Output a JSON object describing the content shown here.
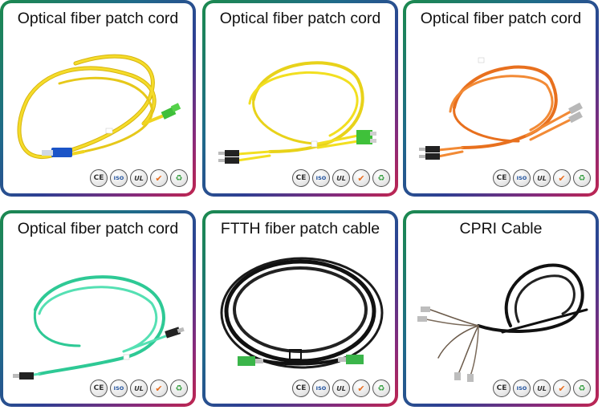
{
  "cards": [
    {
      "title": "Optical fiber patch cord",
      "cable_color": "#f2d21a",
      "connectors": "LC/APC green to SC blue, simplex"
    },
    {
      "title": "Optical fiber patch cord",
      "cable_color": "#f2df17",
      "connectors": "FC green to FC black, duplex"
    },
    {
      "title": "Optical fiber patch cord",
      "cable_color": "#f07a25",
      "connectors": "LC grey to FC black, duplex"
    },
    {
      "title": "Optical fiber patch cord",
      "cable_color": "#3bd6a4",
      "connectors": "FC black to FC black, simplex"
    },
    {
      "title": "FTTH fiber patch cable",
      "cable_color": "#1a1a1a",
      "connectors": "SC green to SC green, drop cable"
    },
    {
      "title": "CPRI Cable",
      "cable_color": "#1a1a1a",
      "connectors": "LC breakout fan-out"
    }
  ],
  "certifications": [
    {
      "label": "CE",
      "icon": "ce-mark-icon"
    },
    {
      "label": "ISO",
      "icon": "iso-mark-icon"
    },
    {
      "label": "UL",
      "icon": "ul-mark-icon"
    },
    {
      "label": "✔",
      "icon": "quality-check-icon"
    },
    {
      "label": "♻",
      "icon": "rohs-leaf-icon"
    }
  ]
}
